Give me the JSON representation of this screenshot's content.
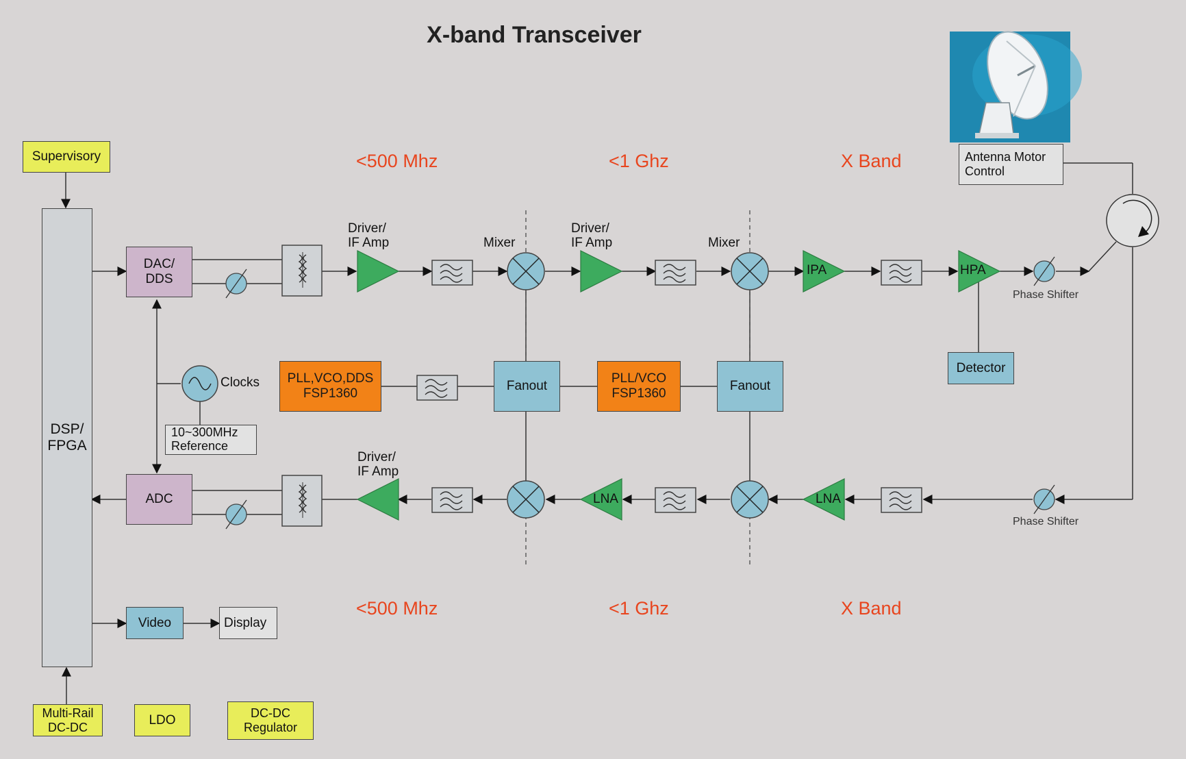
{
  "title": "X-band Transceiver",
  "bands_top": [
    "<500 Mhz",
    "<1 Ghz",
    "X Band"
  ],
  "bands_bottom": [
    "<500 Mhz",
    "<1 Ghz",
    "X Band"
  ],
  "blocks": {
    "supervisory": "Supervisory",
    "dsp_fpga": "DSP/\nFPGA",
    "dac_dds": "DAC/\nDDS",
    "adc": "ADC",
    "clocks": "Clocks",
    "reference": "10~300MHz\nReference",
    "pll_vco_dds": "PLL,VCO,DDS\nFSP1360",
    "pll_vco": "PLL/VCO\nFSP1360",
    "fanout_1": "Fanout",
    "fanout_2": "Fanout",
    "detector": "Detector",
    "antenna_control": "Antenna Motor\nControl",
    "video": "Video",
    "display": "Display",
    "multi_rail": "Multi-Rail\nDC-DC",
    "ldo": "LDO",
    "dc_dc_regulator": "DC-DC\nRegulator"
  },
  "labels": {
    "driver_if_amp_1": "Driver/\nIF Amp",
    "driver_if_amp_2": "Driver/\nIF Amp",
    "driver_if_amp_3": "Driver/\nIF Amp",
    "mixer_1": "Mixer",
    "mixer_2": "Mixer",
    "ipa": "IPA",
    "hpa": "HPA",
    "lna_1": "LNA",
    "lna_2": "LNA",
    "phase_shifter_tx": "Phase Shifter",
    "phase_shifter_rx": "Phase Shifter"
  },
  "icons": {
    "antenna": "satellite-dish-icon",
    "circulator": "circulator-icon",
    "oscillator": "sine-oscillator-icon",
    "filter": "bandpass-filter-icon",
    "transformer": "transformer-icon",
    "mixer": "mixer-icon",
    "amplifier": "amplifier-triangle-icon",
    "phase_shifter": "phase-shifter-icon"
  },
  "colors": {
    "background": "#d8d5d5",
    "band_label": "#e8451e",
    "power_block": "#e8ed5a",
    "converter_block": "#cdb5cb",
    "signal_block": "#8fc2d3",
    "synth_block": "#f28217",
    "amplifier": "#3dab5e",
    "filter": "#d0d3d6"
  }
}
